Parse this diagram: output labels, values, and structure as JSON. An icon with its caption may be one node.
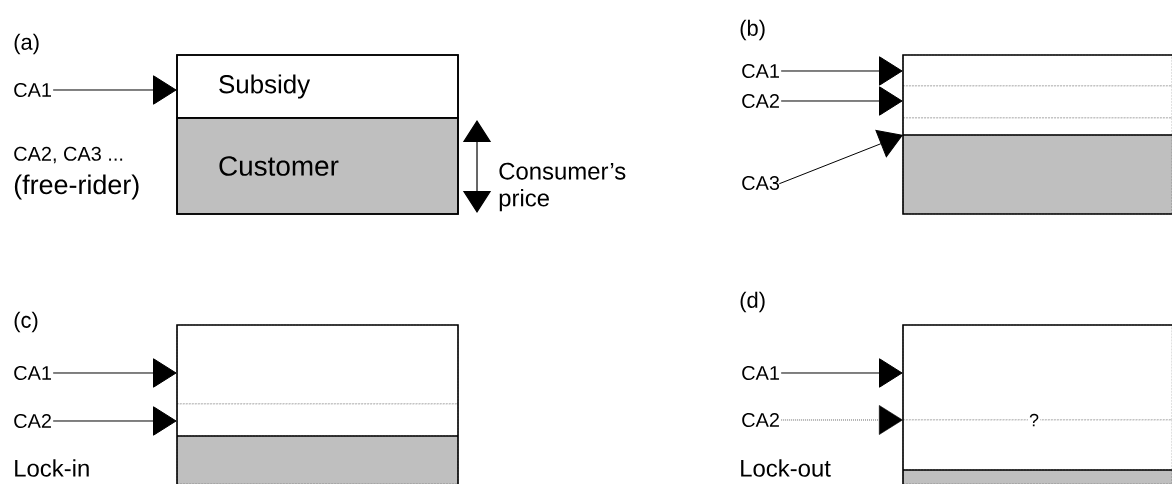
{
  "diagram": {
    "nodes": [
      {
        "text": [
          "CA1"
        ]
      },
      {
        "text": [
          "Subsidy"
        ]
      },
      {
        "text": [
          "Customer"
        ]
      },
      {
        "text": [
          "CA1"
        ]
      },
      {
        "text": [
          "CA2"
        ]
      },
      {
        "text": [
          "CA3"
        ]
      },
      {
        "text": [],
        "shape": "box"
      },
      {
        "text": [],
        "shape": "box"
      },
      {
        "text": [],
        "shape": "box"
      },
      {
        "text": [],
        "shape": "box"
      },
      {
        "text": [
          "CA1"
        ]
      },
      {
        "text": [
          "CA2"
        ]
      },
      {
        "text": [],
        "shape": "box"
      },
      {
        "text": [],
        "shape": "box"
      },
      {
        "text": [],
        "shape": "box"
      },
      {
        "text": [
          "CA1"
        ]
      },
      {
        "text": [
          "CA2"
        ]
      },
      {
        "text": [],
        "shape": "box"
      },
      {
        "text": [],
        "shape": "box"
      },
      {
        "text": [],
        "shape": "box"
      }
    ],
    "edges": [
      {
        "from": 0,
        "to": 1,
        "arrow": "to"
      },
      {
        "from": 3,
        "to": 6,
        "arrow": "to"
      },
      {
        "from": 4,
        "to": 7,
        "arrow": "to"
      },
      {
        "from": 5,
        "to": 8,
        "arrow": "to"
      },
      {
        "from": 10,
        "to": 12,
        "arrow": "to"
      },
      {
        "from": 11,
        "to": 13,
        "arrow": "to"
      },
      {
        "from": 15,
        "to": 17,
        "arrow": "to"
      },
      {
        "from": 16,
        "to": 18,
        "arrow": "to",
        "style": "dashed"
      }
    ],
    "labels": [
      "(a)",
      "(b)",
      "CA2, CA3 ...",
      "(free-rider)",
      "Consumer’s price",
      "(c)",
      "(d)",
      "?",
      "Lock-in",
      "Lock-out"
    ]
  }
}
